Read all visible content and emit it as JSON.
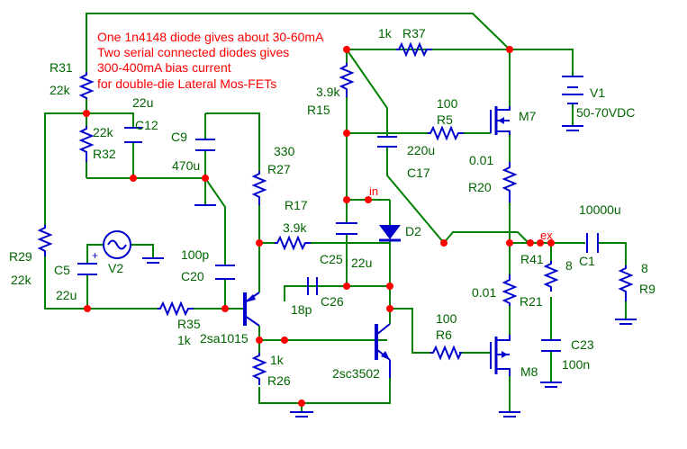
{
  "note": {
    "line1": "One 1n4148 diode gives about 30-60mA",
    "line2": "Two serial connected diodes gives",
    "line3": "300-400mA bias current",
    "line4": "for double-die Lateral Mos-FETs"
  },
  "nets": {
    "in": "in",
    "ex": "ex"
  },
  "components": {
    "r31": {
      "ref": "R31",
      "value": "22k"
    },
    "r32": {
      "ref": "R32",
      "value": "22k"
    },
    "c12": {
      "ref": "C12",
      "value": "22u"
    },
    "r29": {
      "ref": "R29",
      "value": "22k"
    },
    "c5": {
      "ref": "C5",
      "value": "22u"
    },
    "v2": {
      "ref": "V2"
    },
    "c9": {
      "ref": "C9",
      "value": "470u"
    },
    "r27": {
      "ref": "R27",
      "value": "330"
    },
    "c20": {
      "ref": "C20",
      "value": "100p"
    },
    "r35": {
      "ref": "R35",
      "value": "1k"
    },
    "q1": {
      "ref": "2sa1015"
    },
    "r26": {
      "ref": "R26",
      "value": "1k"
    },
    "r17": {
      "ref": "R17",
      "value": "3.9k"
    },
    "r15": {
      "ref": "R15",
      "value": "3.9k"
    },
    "c25": {
      "ref": "C25",
      "value": "22u"
    },
    "c26": {
      "ref": "C26",
      "value": "18p"
    },
    "q2": {
      "ref": "2sc3502"
    },
    "c17": {
      "ref": "C17",
      "value": "220u"
    },
    "d2": {
      "ref": "D2"
    },
    "r37": {
      "ref": "R37",
      "value": "1k"
    },
    "r5": {
      "ref": "R5",
      "value": "100"
    },
    "m7": {
      "ref": "M7"
    },
    "v1": {
      "ref": "V1",
      "value": "50-70VDC"
    },
    "r20": {
      "ref": "R20",
      "value": "0.01"
    },
    "r21": {
      "ref": "R21",
      "value": "0.01"
    },
    "r6": {
      "ref": "R6",
      "value": "100"
    },
    "m8": {
      "ref": "M8"
    },
    "r41": {
      "ref": "R41",
      "value": "8"
    },
    "c23": {
      "ref": "C23",
      "value": "100n"
    },
    "c1": {
      "ref": "C1",
      "value": "10000u"
    },
    "r9": {
      "ref": "R9",
      "value": "8"
    }
  }
}
